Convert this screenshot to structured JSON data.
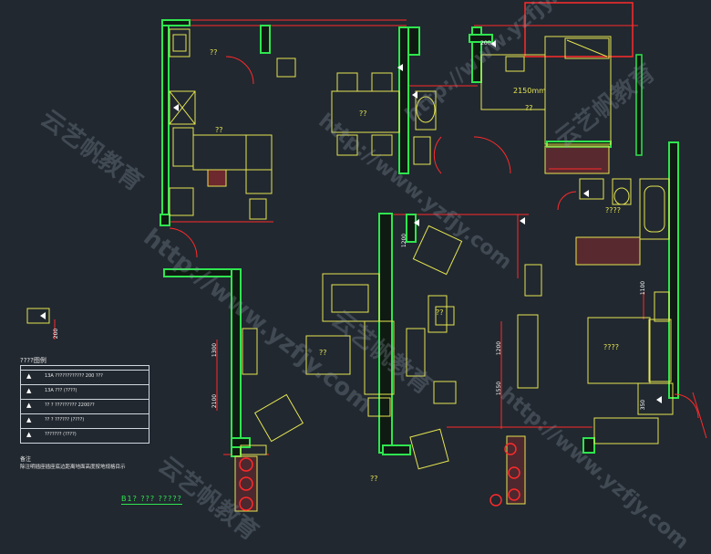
{
  "rooms": {
    "kitchen": "??",
    "dining": "??",
    "bedroom2": "??",
    "bedroom2_dim": "2150mm",
    "bath_storage": "????",
    "master_bed": "????",
    "living": "??",
    "living_table": "??",
    "balcony": "??"
  },
  "dims": {
    "d200": "200",
    "d1200": "1200",
    "d1550": "1550",
    "d1100": "1100",
    "d2100": "2100",
    "d1300": "1300",
    "d350": "350"
  },
  "legend": {
    "title": "????图例",
    "rows": [
      {
        "icon": "▲",
        "label": "13A ???????????? 200 ???"
      },
      {
        "icon": "▲",
        "label": "13A ??? (????)"
      },
      {
        "icon": "▲",
        "label": "?? ? ????????? 2200??"
      },
      {
        "icon": "▲",
        "label": "?? ? ?????? (????)"
      },
      {
        "icon": "▲",
        "label": "??????? (????)"
      }
    ]
  },
  "notes": {
    "heading": "备注",
    "body": "除注明插座插座底边距离地面高度按地规格目示"
  },
  "plan_title": "B1? ??? ?????",
  "watermarks": {
    "site": "http://www.yzfjy.com",
    "brand": "云艺帆教育"
  },
  "colors": {
    "wall": "#2fe54f",
    "line": "#ff2a2a",
    "furniture": "#e5e550",
    "background": "#212830"
  }
}
